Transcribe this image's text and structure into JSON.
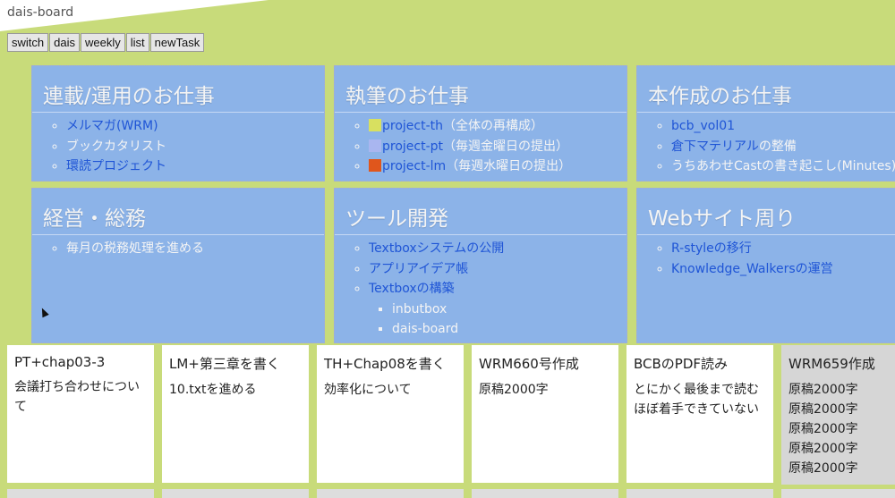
{
  "app": {
    "title": "dais-board"
  },
  "toolbar": [
    "switch",
    "dais",
    "weekly",
    "list",
    "newTask"
  ],
  "panels": [
    {
      "title": "連載/運用のお仕事",
      "items": [
        {
          "link": "メルマガ(WRM)",
          "text": ""
        },
        {
          "link": "",
          "text": "ブックカタリスト"
        },
        {
          "link": "環読プロジェクト",
          "text": ""
        }
      ]
    },
    {
      "title": "執筆のお仕事",
      "items": [
        {
          "icon": "project-th-icon",
          "iconColor": "#d8e060",
          "link": "project-th",
          "text": "（全体の再構成）"
        },
        {
          "icon": "project-pt-icon",
          "iconColor": "#a9b6f0",
          "link": "project-pt",
          "text": "（毎週金曜日の提出）"
        },
        {
          "icon": "project-lm-icon",
          "iconColor": "#e0561c",
          "link": "project-lm",
          "text": "（毎週水曜日の提出）"
        }
      ]
    },
    {
      "title": "本作成のお仕事",
      "items": [
        {
          "link": "bcb_vol01",
          "text": ""
        },
        {
          "link": "倉下マテリアル",
          "text": "の整備"
        },
        {
          "link": "",
          "text": "うちあわせCastの書き起こし(Minutes)"
        }
      ]
    },
    {
      "title": "経営・総務",
      "items": [
        {
          "link": "",
          "text": "毎月の税務処理を進める"
        }
      ]
    },
    {
      "title": "ツール開発",
      "items": [
        {
          "link": "Textboxシステムの公開",
          "text": ""
        },
        {
          "link": "アプリアイデア帳",
          "text": ""
        },
        {
          "link": "Textboxの構築",
          "text": "",
          "children": [
            "inbutbox",
            "dais-board"
          ]
        }
      ]
    },
    {
      "title": "Webサイト周り",
      "items": [
        {
          "link": "R-styleの移行",
          "text": ""
        },
        {
          "link": "Knowledge_Walkersの運営",
          "text": ""
        }
      ]
    }
  ],
  "cards": [
    {
      "title": "PT+chap03-3",
      "body": [
        "会議打ち合わせについて"
      ],
      "done": false
    },
    {
      "title": "LM+第三章を書く",
      "body": [
        "10.txtを進める"
      ],
      "done": false
    },
    {
      "title": "TH+Chap08を書く",
      "body": [
        "効率化について"
      ],
      "done": false
    },
    {
      "title": "WRM660号作成",
      "body": [
        "原稿2000字"
      ],
      "done": false
    },
    {
      "title": "BCBのPDF読み",
      "body": [
        "とにかく最後まで読む",
        "ほぼ着手できていない"
      ],
      "done": false
    },
    {
      "title": "WRM659作成",
      "body": [
        "原稿2000字",
        "原稿2000字",
        "原稿2000字",
        "原稿2000字",
        "原稿2000字"
      ],
      "done": true
    }
  ],
  "colors": {
    "background": "#c8db7a",
    "panel": "#8cb3e8",
    "link": "#1f55d6",
    "doneCard": "#d6d6d6"
  }
}
